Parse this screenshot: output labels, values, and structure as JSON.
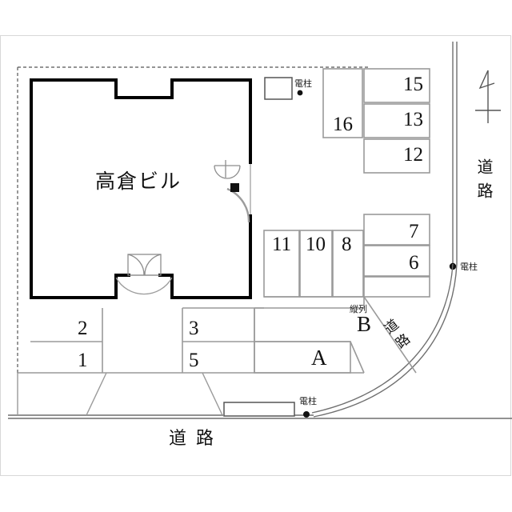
{
  "map": {
    "kind": "property-site-plan",
    "building": {
      "name": "高倉ビル"
    },
    "colors": {
      "ink": "#111111",
      "line": "#8a8a8a",
      "heavy": "#000000",
      "frame": "#d8d8d8"
    },
    "north_arrow": "north-arrow",
    "parking_stalls": [
      {
        "id": "15",
        "label": "15"
      },
      {
        "id": "13",
        "label": "13"
      },
      {
        "id": "12",
        "label": "12"
      },
      {
        "id": "16",
        "label": "16"
      },
      {
        "id": "7",
        "label": "7"
      },
      {
        "id": "6",
        "label": "6"
      },
      {
        "id": "11",
        "label": "11"
      },
      {
        "id": "10",
        "label": "10"
      },
      {
        "id": "8",
        "label": "8"
      },
      {
        "id": "2",
        "label": "2"
      },
      {
        "id": "1",
        "label": "1"
      },
      {
        "id": "3",
        "label": "3"
      },
      {
        "id": "5",
        "label": "5"
      },
      {
        "id": "A",
        "label": "A"
      },
      {
        "id": "B",
        "label": "B"
      }
    ],
    "annotations": {
      "tandem_parking": "縦列",
      "utility_pole": "電柱",
      "road": "道路"
    },
    "poles": [
      {
        "name": "utility-pole-top"
      },
      {
        "name": "utility-pole-right"
      },
      {
        "name": "utility-pole-bottom"
      }
    ],
    "roads": [
      {
        "name": "road-east",
        "label": "道路",
        "orientation": "vertical"
      },
      {
        "name": "road-south",
        "label": "道路",
        "orientation": "horizontal"
      },
      {
        "name": "road-corner",
        "label": "道路",
        "orientation": "diagonal"
      }
    ]
  }
}
